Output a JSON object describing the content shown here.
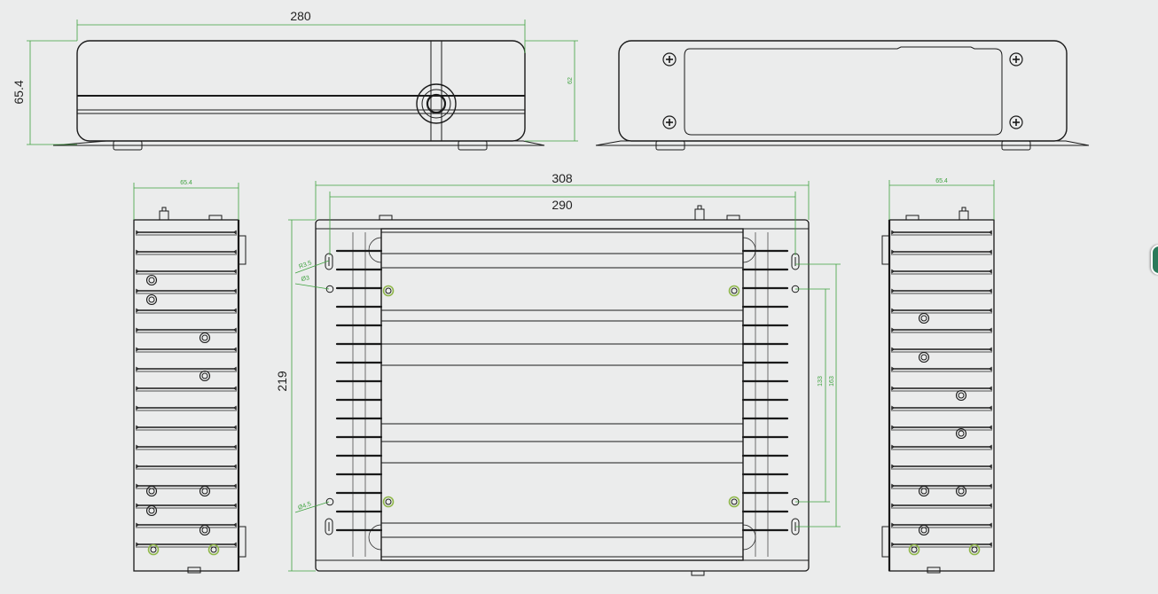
{
  "colors": {
    "background": "#ebecec",
    "line": "#1a1a1a",
    "dimension": "#3fa23f",
    "dimension_text_large": "#222222",
    "fastener_ring": "#8fb74a",
    "badge": "#2a7a5a"
  },
  "front_view": {
    "width_label": "280",
    "height_label": "65.4",
    "inner_height_label": "62"
  },
  "left_view": {
    "width_label": "65.4"
  },
  "top_view": {
    "outer_width_label": "308",
    "mount_width_label": "290",
    "height_label": "219",
    "slot_radius_label": "R3.5",
    "slot_diameter_label": "Ø3",
    "hole_diameter_label": "Ø4.5",
    "hole_spacing_label": "133",
    "slot_spacing_label": "163"
  },
  "right_view": {
    "width_label": "65.4"
  },
  "icons": [
    "phillips-screw-icon",
    "round-button-icon",
    "mounting-slot-icon"
  ]
}
